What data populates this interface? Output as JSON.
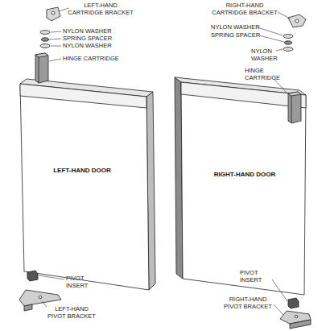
{
  "diagram": {
    "nodes": [
      {
        "text": [
          "LEFT-HAND DOOR"
        ]
      },
      {
        "text": [
          "RIGHT-HAND DOOR"
        ]
      }
    ],
    "labels": [
      "LEFT-HAND CARTRIDGE BRACKET",
      "NYLON WASHER",
      "SPRING SPACER",
      "NYLON WASHER",
      "HINGE CARTRIDGE",
      "RIGHT-HAND CARTRIDGE BRACKET",
      "NYLON WASHER",
      "SPRING SPACER",
      "NYLON WASHER",
      "HINGE CARTRIDGE",
      "PIVOT INSERT",
      "LEFT-HAND PIVOT BRACKET",
      "PIVOT INSERT",
      "RIGHT-HAND PIVOT BRACKET"
    ]
  }
}
